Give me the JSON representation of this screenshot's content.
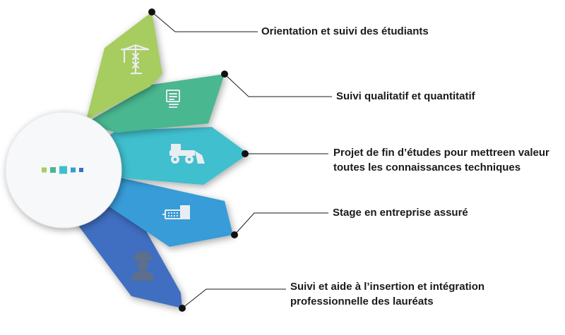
{
  "items": [
    {
      "icon": "tower-crane-icon",
      "color": "#a7cc61",
      "lines": [
        "Orientation et suivi des étudiants"
      ]
    },
    {
      "icon": "document-board-icon",
      "color": "#49b78f",
      "lines": [
        "Suivi qualitatif et quantitatif"
      ]
    },
    {
      "icon": "bulldozer-icon",
      "color": "#3fbfce",
      "lines": [
        "Projet de fin d’études pour mettreen valeur",
        "toutes les connaissances techniques"
      ]
    },
    {
      "icon": "construction-machine-icon",
      "color": "#379cd8",
      "lines": [
        "Stage en entreprise assuré"
      ]
    },
    {
      "icon": "engineer-worker-icon",
      "color": "#3f6ec0",
      "lines": [
        "Suivi et aide à l’insertion et intégration",
        "professionnelle des lauréats"
      ]
    }
  ],
  "center_dots": [
    "#a7cc61",
    "#49b78f",
    "#3fbfce",
    "#379cd8",
    "#3f6ec0"
  ]
}
